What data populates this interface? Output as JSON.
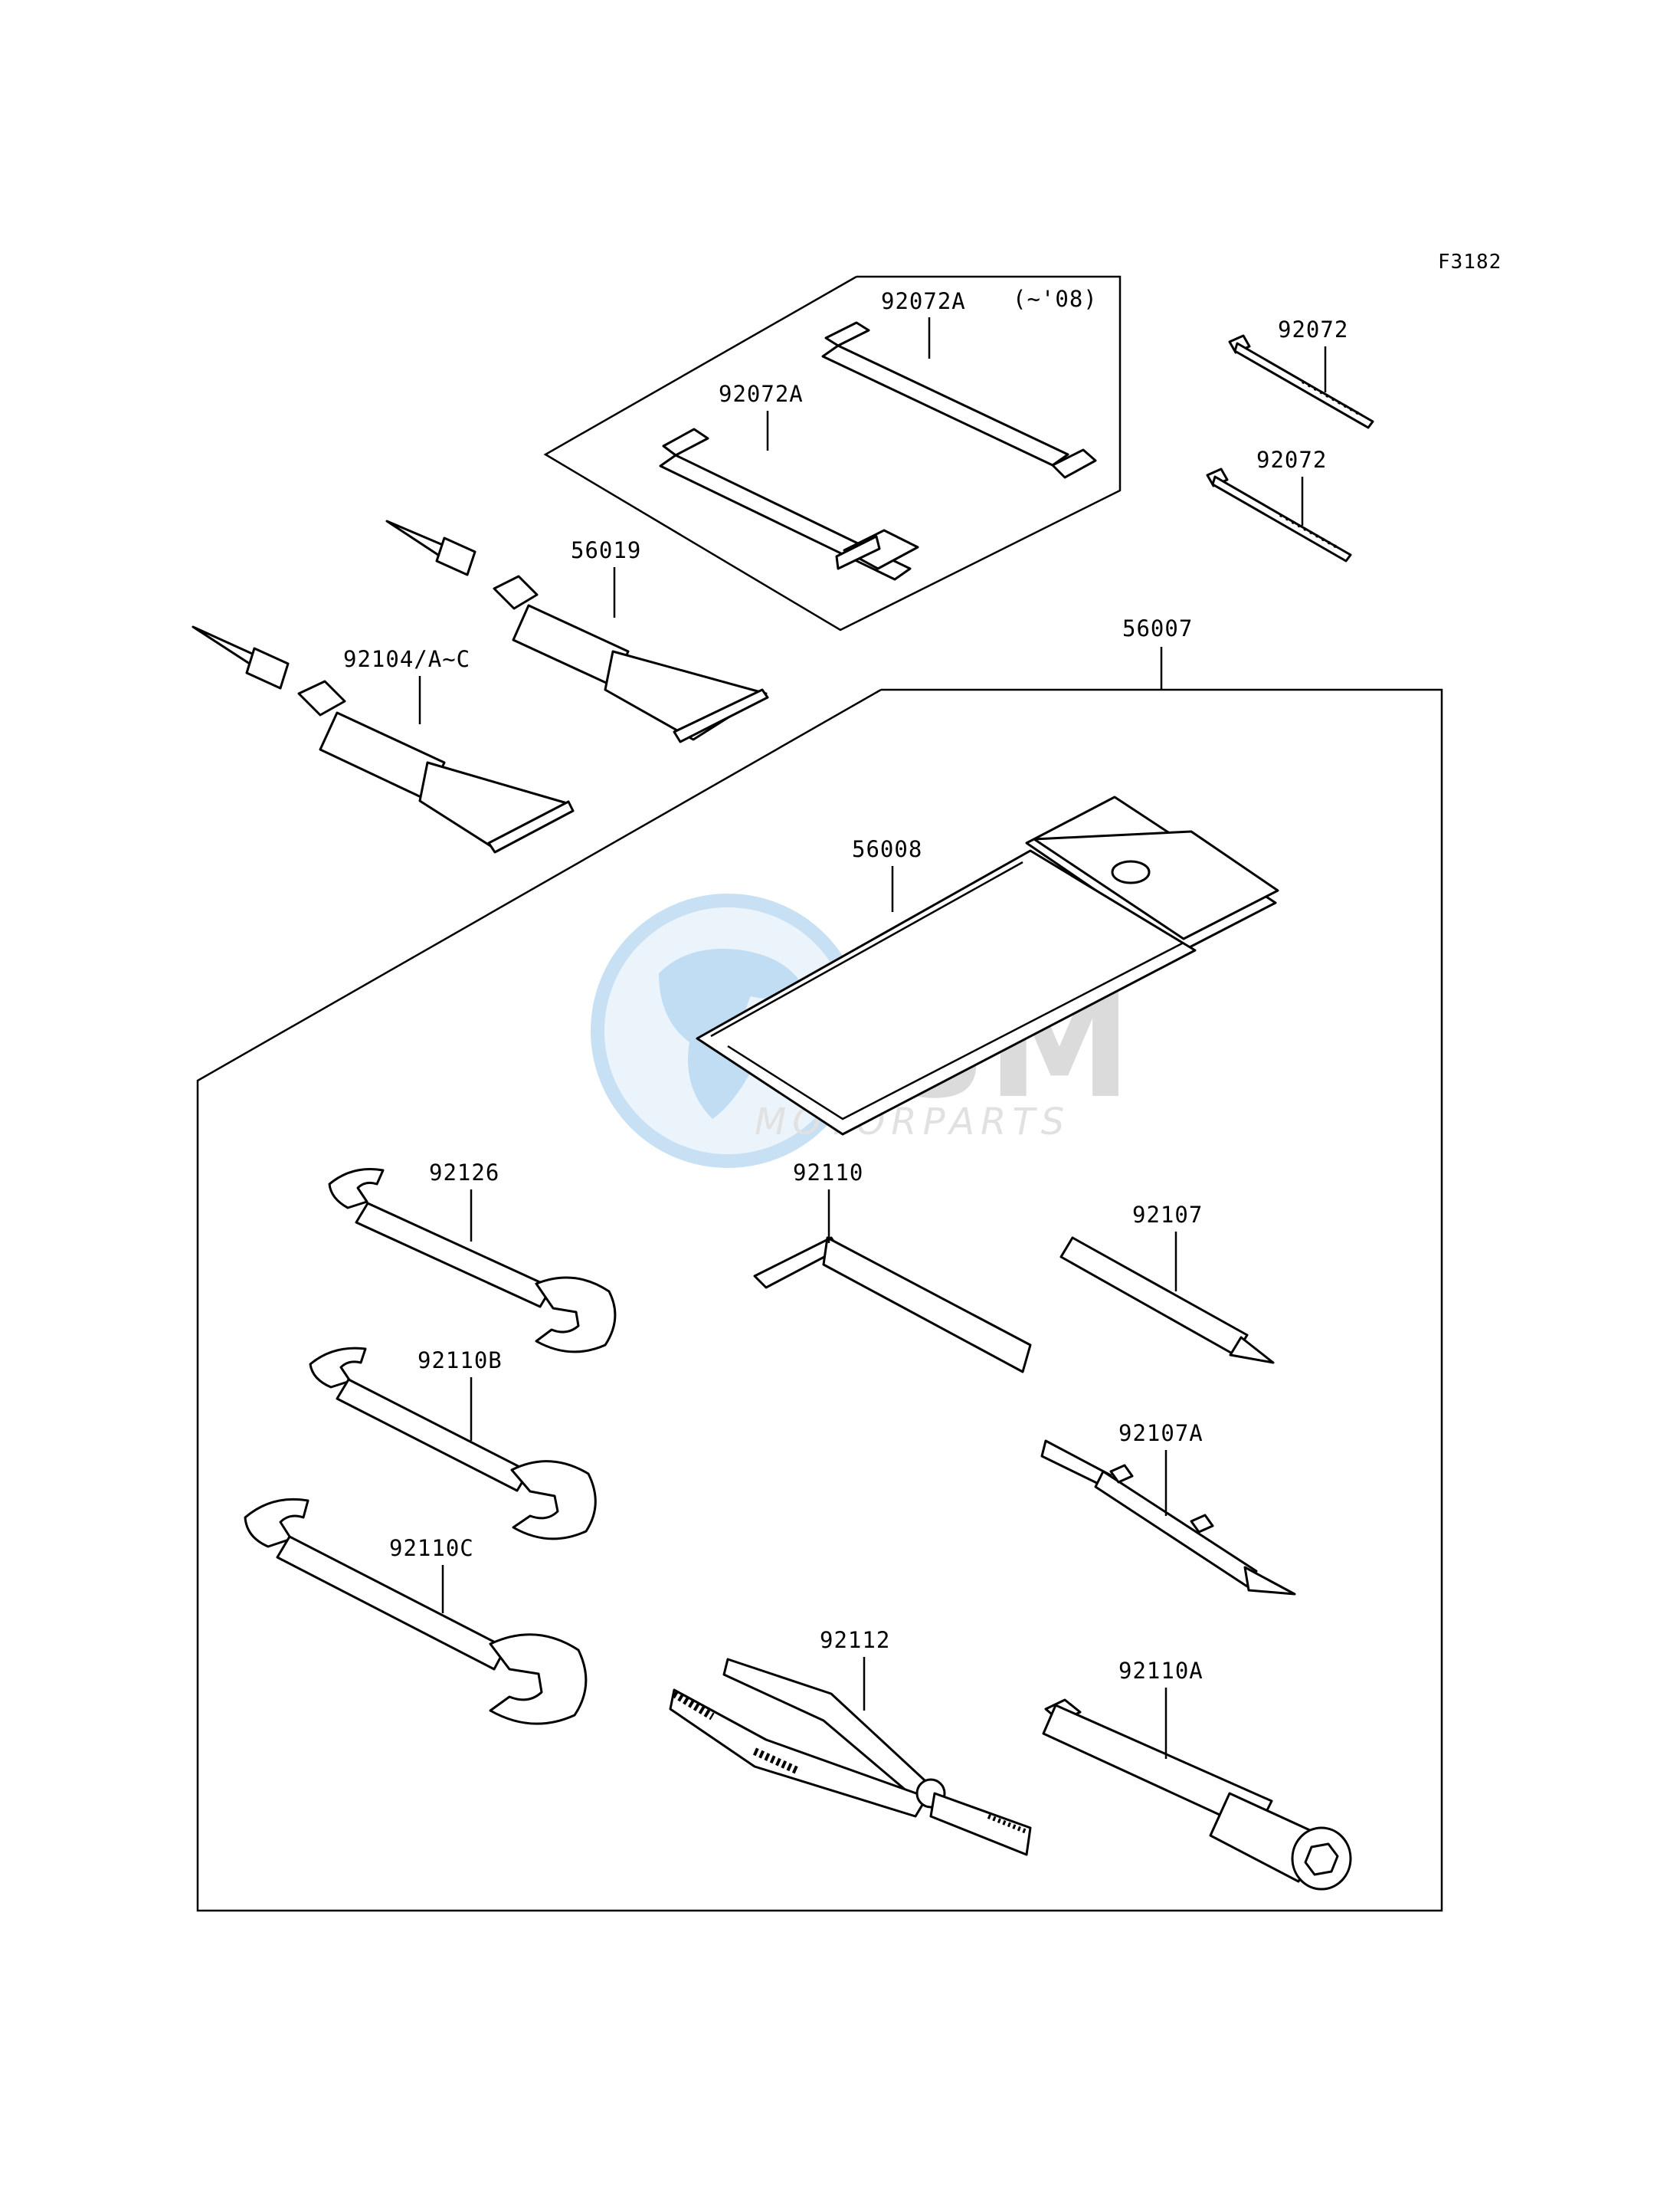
{
  "figure_code": "F3182",
  "labels": {
    "strap_group_a_top": "92072A",
    "strap_group_note": "(~'08)",
    "strap_group_a_left": "92072A",
    "band_top": "92072",
    "band_bottom": "92072",
    "grease_small": "56019",
    "grease_large": "92104/A~C",
    "toolkit": "56007",
    "tool_bag": "56008",
    "wrench_top": "92126",
    "wrench_mid": "92110B",
    "wrench_bot": "92110C",
    "hex_key": "92110",
    "screwdriver_grip": "92107",
    "screwdriver_blade": "92107A",
    "pliers": "92112",
    "plug_wrench": "92110A"
  },
  "watermark": {
    "brand": "OSM",
    "subtitle": "MOTORPARTS",
    "globe_color": "#7fb8e6",
    "text_color": "#a8a8a8"
  }
}
